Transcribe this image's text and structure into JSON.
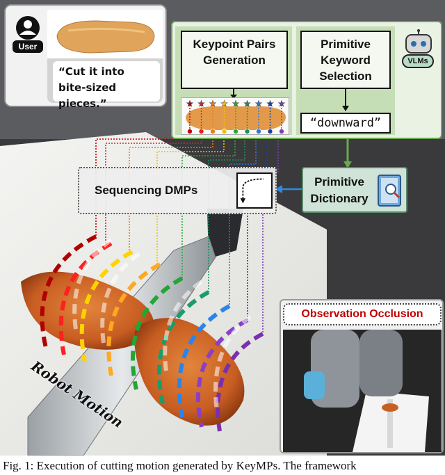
{
  "user_panel": {
    "label": "User",
    "instruction": "“Cut it into bite-sized pieces.”"
  },
  "vlm_panel": {
    "keypoint_title": "Keypoint Pairs Generation",
    "keyword_title": "Primitive Keyword Selection",
    "selected_keyword": "“downward”",
    "vlm_label": "VLMs"
  },
  "sequencing": {
    "label": "Sequencing DMPs"
  },
  "dictionary": {
    "label": "Primitive Dictionary"
  },
  "occlusion": {
    "title": "Observation Occlusion"
  },
  "robot_motion_label": "Robot Motion",
  "caption": "Fig. 1: Execution of cutting motion generated by KeyMPs. The framework",
  "colors": {
    "keypoints": [
      "#c00000",
      "#e02020",
      "#f07a10",
      "#f2c200",
      "#2aa83a",
      "#1c8f5a",
      "#2878d8",
      "#1a3fa0",
      "#7a3fb0"
    ],
    "panel_green": "#c6deb6",
    "occlusion_title": "#c00000"
  }
}
